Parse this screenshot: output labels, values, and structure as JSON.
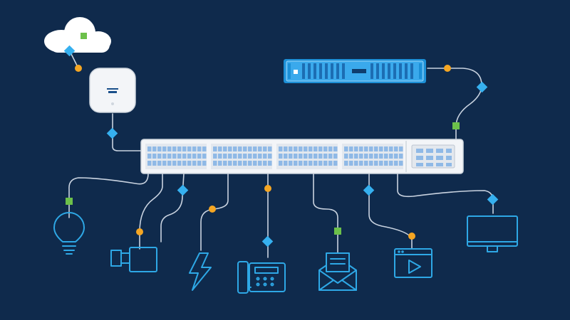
{
  "colors": {
    "background": "#0f2a4c",
    "line": "#c9d3e0",
    "icon": "#2ea8e6",
    "accent_blue": "#36b0ef",
    "accent_green": "#6cc04a",
    "accent_orange": "#f5a623",
    "device_white": "#f3f5f8",
    "device_gray": "#cfd6de",
    "port_blue": "#8fb9e6"
  },
  "devices": {
    "switch": "network-switch",
    "server": "rack-server",
    "access_point": "wireless-access-point",
    "cloud": "cloud"
  },
  "endpoints": [
    "light-bulb-icon",
    "video-camera-icon",
    "lightning-bolt-icon",
    "desk-phone-icon",
    "envelope-icon",
    "video-player-icon",
    "monitor-icon"
  ]
}
